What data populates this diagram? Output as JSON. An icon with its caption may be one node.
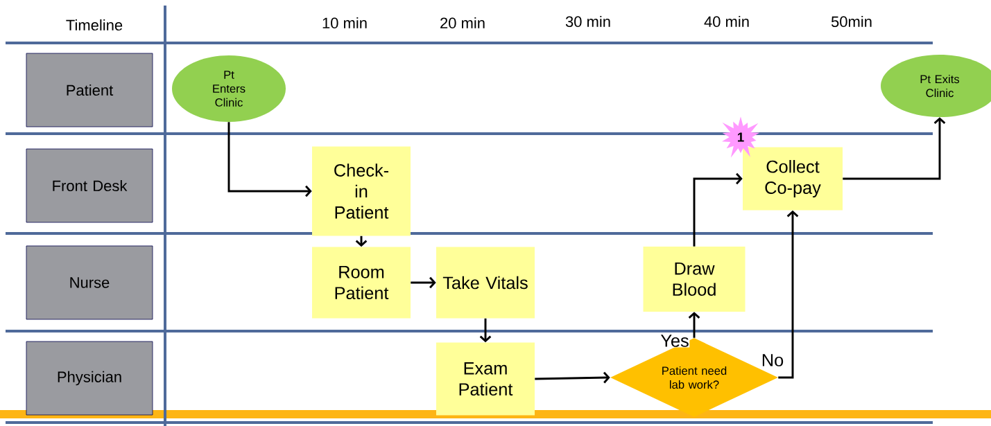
{
  "diagram": {
    "nodes": [
      {
        "text": [
          "Patient"
        ]
      },
      {
        "text": [
          "Front Desk"
        ]
      },
      {
        "text": [
          "Nurse"
        ]
      },
      {
        "text": [
          "Physician"
        ]
      },
      {
        "text": [
          "Pt Enters Clinic"
        ]
      },
      {
        "text": [
          "Check-in Patient"
        ]
      },
      {
        "text": [
          "Room Patient"
        ]
      },
      {
        "text": [
          "Take Vitals"
        ]
      },
      {
        "text": [
          "Exam Patient"
        ]
      },
      {
        "text": [
          "Patient need lab work?"
        ]
      },
      {
        "text": [
          "Draw Blood"
        ]
      },
      {
        "text": [
          "Collect Co-pay"
        ]
      },
      {
        "text": [
          "Pt Exits Clinic"
        ]
      },
      {
        "text": [
          "1"
        ]
      }
    ],
    "edges": [
      {
        "from": 4,
        "to": 5,
        "arrow": "to"
      },
      {
        "from": 5,
        "to": 6,
        "arrow": "to"
      },
      {
        "from": 6,
        "to": 7,
        "arrow": "to"
      },
      {
        "from": 7,
        "to": 8,
        "arrow": "to"
      },
      {
        "from": 8,
        "to": 9,
        "arrow": "to"
      },
      {
        "from": 9,
        "to": 10,
        "arrow": "to",
        "label": "Yes"
      },
      {
        "from": 9,
        "to": 11,
        "arrow": "to",
        "label": "No"
      },
      {
        "from": 10,
        "to": 11,
        "arrow": "to"
      },
      {
        "from": 11,
        "to": 12,
        "arrow": "to"
      }
    ],
    "labels": [
      "Timeline",
      "10 min",
      "20 min",
      "30 min",
      "40 min",
      "50min"
    ]
  }
}
